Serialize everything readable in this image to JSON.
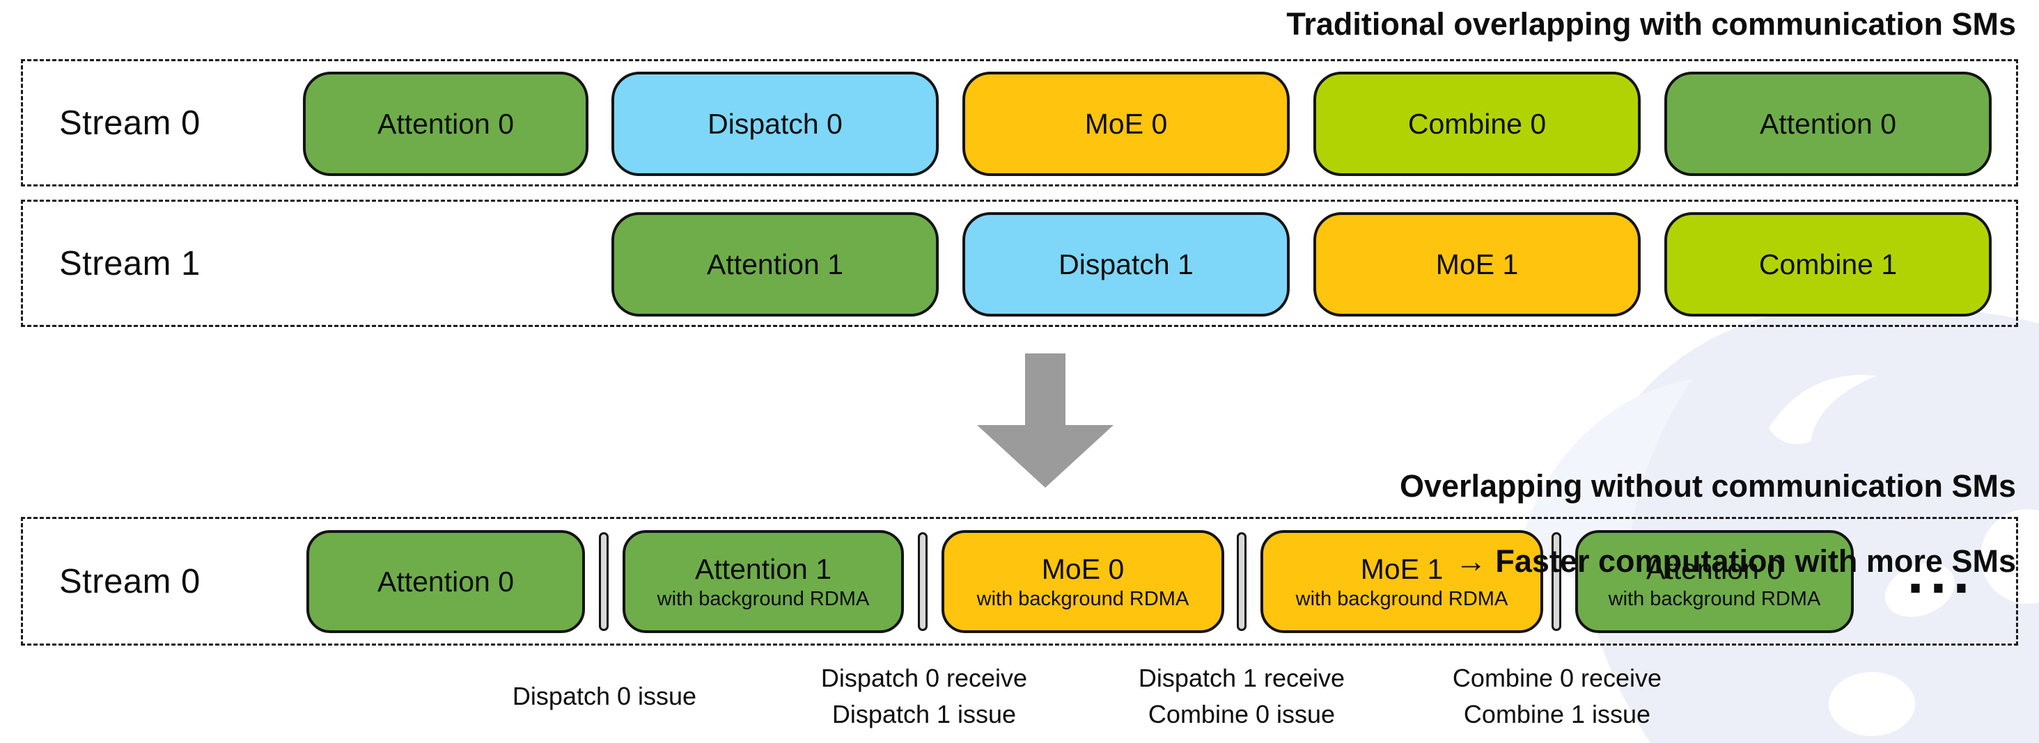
{
  "titles": {
    "top": "Traditional overlapping with communication SMs",
    "middle_line1": "Overlapping without communication SMs",
    "middle_line2": "→ Faster computation with more SMs"
  },
  "colors": {
    "green": "#6FAD4B",
    "blue": "#7ED7F8",
    "orange": "#FFC40D",
    "lime": "#B2D303",
    "arrow_gray": "#9B9B9B",
    "separator_fill": "#D9D9D9",
    "outline": "#141414",
    "watermark_tint": "#ECEFF8"
  },
  "streams": [
    {
      "label": "Stream 0",
      "blocks": [
        {
          "label": "Attention 0",
          "color": "green"
        },
        {
          "label": "Dispatch 0",
          "color": "blue"
        },
        {
          "label": "MoE 0",
          "color": "orange"
        },
        {
          "label": "Combine 0",
          "color": "lime"
        },
        {
          "label": "Attention 0",
          "color": "green"
        }
      ]
    },
    {
      "label": "Stream 1",
      "blocks": [
        {
          "label": "Attention 1",
          "color": "green"
        },
        {
          "label": "Dispatch 1",
          "color": "blue"
        },
        {
          "label": "MoE 1",
          "color": "orange"
        },
        {
          "label": "Combine 1",
          "color": "lime"
        }
      ]
    }
  ],
  "bottom_stream": {
    "label": "Stream 0",
    "blocks": [
      {
        "label": "Attention 0",
        "subtitle": "",
        "color": "green"
      },
      {
        "label": "Attention 1",
        "subtitle": "with background RDMA",
        "color": "green"
      },
      {
        "label": "MoE 0",
        "subtitle": "with background RDMA",
        "color": "orange"
      },
      {
        "label": "MoE 1",
        "subtitle": "with background RDMA",
        "color": "orange"
      },
      {
        "label": "Attention 0",
        "subtitle": "with background RDMA",
        "color": "green"
      }
    ],
    "ellipsis": "..."
  },
  "timeline_labels": [
    {
      "lines": [
        "Dispatch 0 issue"
      ]
    },
    {
      "lines": [
        "Dispatch 0 receive",
        "Dispatch 1 issue"
      ]
    },
    {
      "lines": [
        "Dispatch 1 receive",
        "Combine 0 issue"
      ]
    },
    {
      "lines": [
        "Combine 0 receive",
        "Combine 1 issue"
      ]
    }
  ]
}
